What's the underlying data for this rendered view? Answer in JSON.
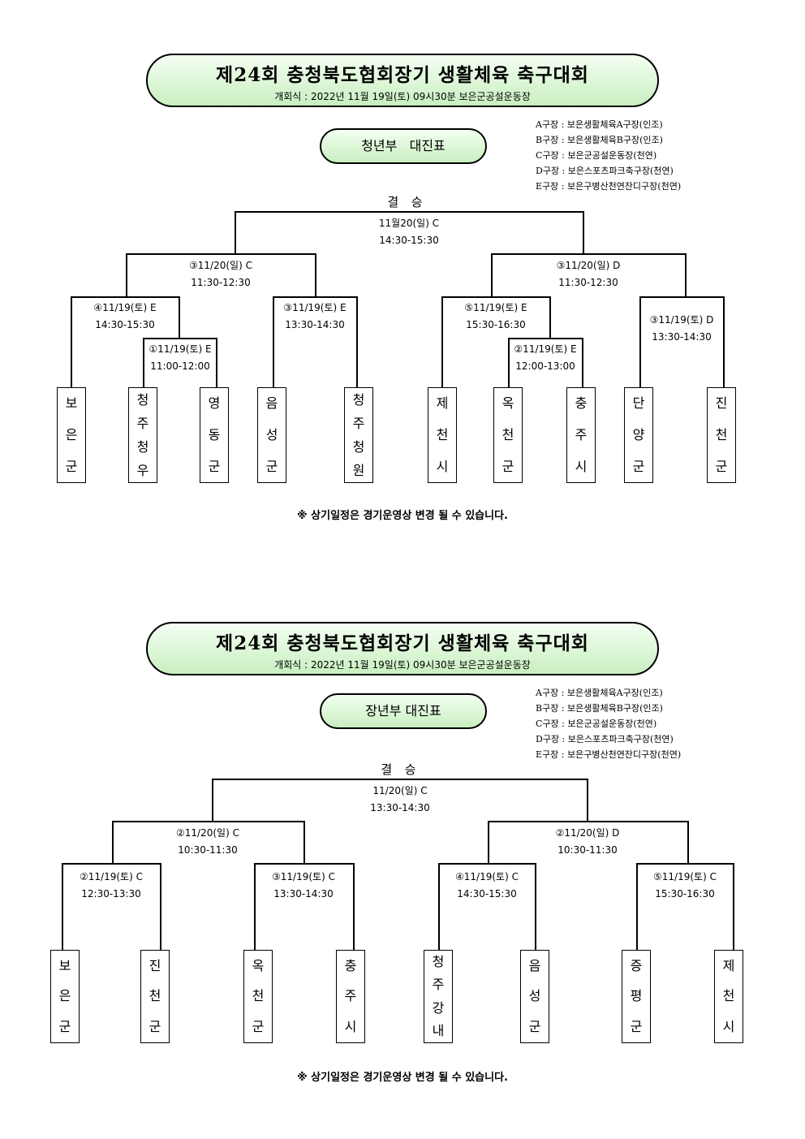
{
  "youth": {
    "title": "제24회 충청북도협회장기 생활체육 축구대회",
    "subtitle": "개회식 : 2022년 11월 19일(토) 09시30분 보은군공설운동장",
    "division": "청년부   대진표",
    "venues": [
      "A구장 : 보은생활체육A구장(인조)",
      "B구장 : 보은생활체육B구장(인조)",
      "C구장 : 보은군공설운동장(천연)",
      "D구장 : 보은스포츠파크축구장(천연)",
      "E구장 : 보은구병산천연잔디구장(천연)"
    ],
    "final_label": "결  승",
    "matches": {
      "final": {
        "date": "11월20(일) C",
        "time": "14:30-15:30"
      },
      "semi_left": {
        "date": "③11/20(일) C",
        "time": "11:30-12:30"
      },
      "semi_right": {
        "date": "③11/20(일) D",
        "time": "11:30-12:30"
      },
      "q1": {
        "date": "④11/19(토) E",
        "time": "14:30-15:30"
      },
      "q1_pre": {
        "date": "①11/19(토) E",
        "time": "11:00-12:00"
      },
      "q2": {
        "date": "③11/19(토) E",
        "time": "13:30-14:30"
      },
      "q3": {
        "date": "⑤11/19(토) E",
        "time": "15:30-16:30"
      },
      "q3_pre": {
        "date": "②11/19(토) E",
        "time": "12:00-13:00"
      },
      "q4": {
        "date": "③11/19(토) D",
        "time": "13:30-14:30"
      }
    },
    "teams": [
      "보은군",
      "청주청우",
      "영동군",
      "음성군",
      "청주청원",
      "제천시",
      "옥천군",
      "충주시",
      "단양군",
      "진천군"
    ],
    "note": "※ 상기일정은 경기운영상 변경 될 수 있습니다."
  },
  "senior": {
    "title": "제24회 충청북도협회장기 생활체육 축구대회",
    "subtitle": "개회식 : 2022년 11월 19일(토) 09시30분 보은군공설운동장",
    "division": "장년부 대진표",
    "venues": [
      "A구장 : 보은생활체육A구장(인조)",
      "B구장 : 보은생활체육B구장(인조)",
      "C구장 : 보은군공설운동장(천연)",
      "D구장 : 보은스포츠파크축구장(천연)",
      "E구장 : 보은구병산천연잔디구장(천연)"
    ],
    "final_label": "결  승",
    "matches": {
      "final": {
        "date": "11/20(일) C",
        "time": "13:30-14:30"
      },
      "semi_left": {
        "date": "②11/20(일) C",
        "time": "10:30-11:30"
      },
      "semi_right": {
        "date": "②11/20(일) D",
        "time": "10:30-11:30"
      },
      "q1": {
        "date": "②11/19(토) C",
        "time": "12:30-13:30"
      },
      "q2": {
        "date": "③11/19(토) C",
        "time": "13:30-14:30"
      },
      "q3": {
        "date": "④11/19(토) C",
        "time": "14:30-15:30"
      },
      "q4": {
        "date": "⑤11/19(토) C",
        "time": "15:30-16:30"
      }
    },
    "teams": [
      "보은군",
      "진천군",
      "옥천군",
      "충주시",
      "청주강내",
      "음성군",
      "증평군",
      "제천시"
    ],
    "note": "※ 상기일정은 경기운영상 변경 될 수 있습니다."
  }
}
